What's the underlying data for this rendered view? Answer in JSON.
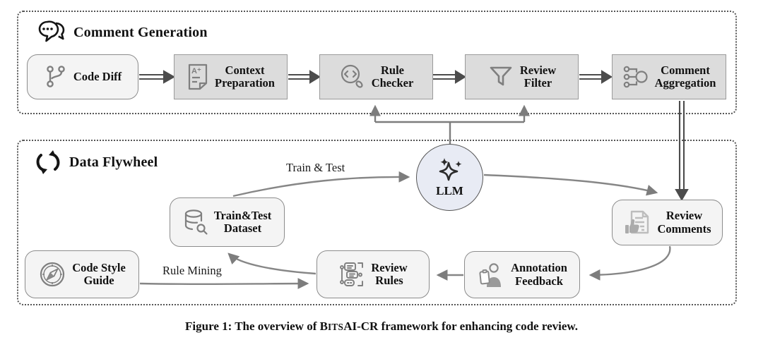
{
  "comment_generation": {
    "title": "Comment Generation",
    "nodes": {
      "code_diff": {
        "label": "Code Diff",
        "icon": "git-branch-icon"
      },
      "context_preparation": {
        "label": "Context\nPreparation",
        "icon": "document-a-plus-icon"
      },
      "rule_checker": {
        "label": "Rule\nChecker",
        "icon": "magnifier-code-icon"
      },
      "review_filter": {
        "label": "Review\nFilter",
        "icon": "funnel-icon"
      },
      "comment_aggregation": {
        "label": "Comment\nAggregation",
        "icon": "aggregation-nodes-icon"
      }
    }
  },
  "data_flywheel": {
    "title": "Data Flywheel",
    "nodes": {
      "llm": {
        "label": "LLM",
        "icon": "sparkles-icon"
      },
      "train_test_dataset": {
        "label": "Train&Test\nDataset",
        "icon": "database-search-icon"
      },
      "review_comments": {
        "label": "Review\nComments",
        "icon": "document-thumbs-up-icon"
      },
      "code_style_guide": {
        "label": "Code Style\nGuide",
        "icon": "compass-icon"
      },
      "review_rules": {
        "label": "Review\nRules",
        "icon": "rules-list-icon"
      },
      "annotation_feedback": {
        "label": "Annotation\nFeedback",
        "icon": "person-clipboard-icon"
      }
    },
    "edge_labels": {
      "train_test": "Train & Test",
      "rule_mining": "Rule Mining"
    }
  },
  "caption": {
    "part1": "Figure 1: The overview of B",
    "smallcaps": "ITS",
    "part2": "AI-CR framework for enhancing code review."
  },
  "colors": {
    "line_gray": "#7d7d7d",
    "dark_arrow": "#4c4c4c",
    "sq_fill": "#dcdcdc",
    "rd_fill": "#f4f4f4",
    "llm_fill": "#e8ebf4",
    "box_border": "#8c8c8c",
    "icon_gray": "#7f7f7f"
  }
}
